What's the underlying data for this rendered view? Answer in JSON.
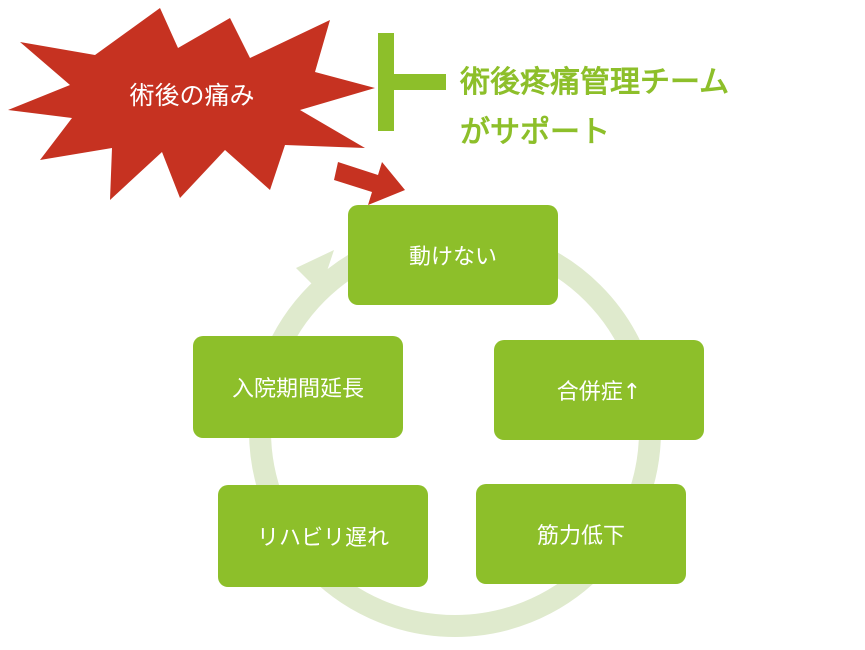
{
  "pain": {
    "label": "術後の痛み",
    "color": "#c63221"
  },
  "support": {
    "line1": "術後疼痛管理チーム",
    "line2": "がサポート",
    "color": "#8dbf2a"
  },
  "cycle": {
    "box_color": "#8dbf2a",
    "ring_color": "#dfeacd",
    "steps": [
      {
        "label": "動けない"
      },
      {
        "label": "合併症↑"
      },
      {
        "label": "筋力低下"
      },
      {
        "label": "リハビリ遅れ"
      },
      {
        "label": "入院期間延長"
      }
    ]
  }
}
